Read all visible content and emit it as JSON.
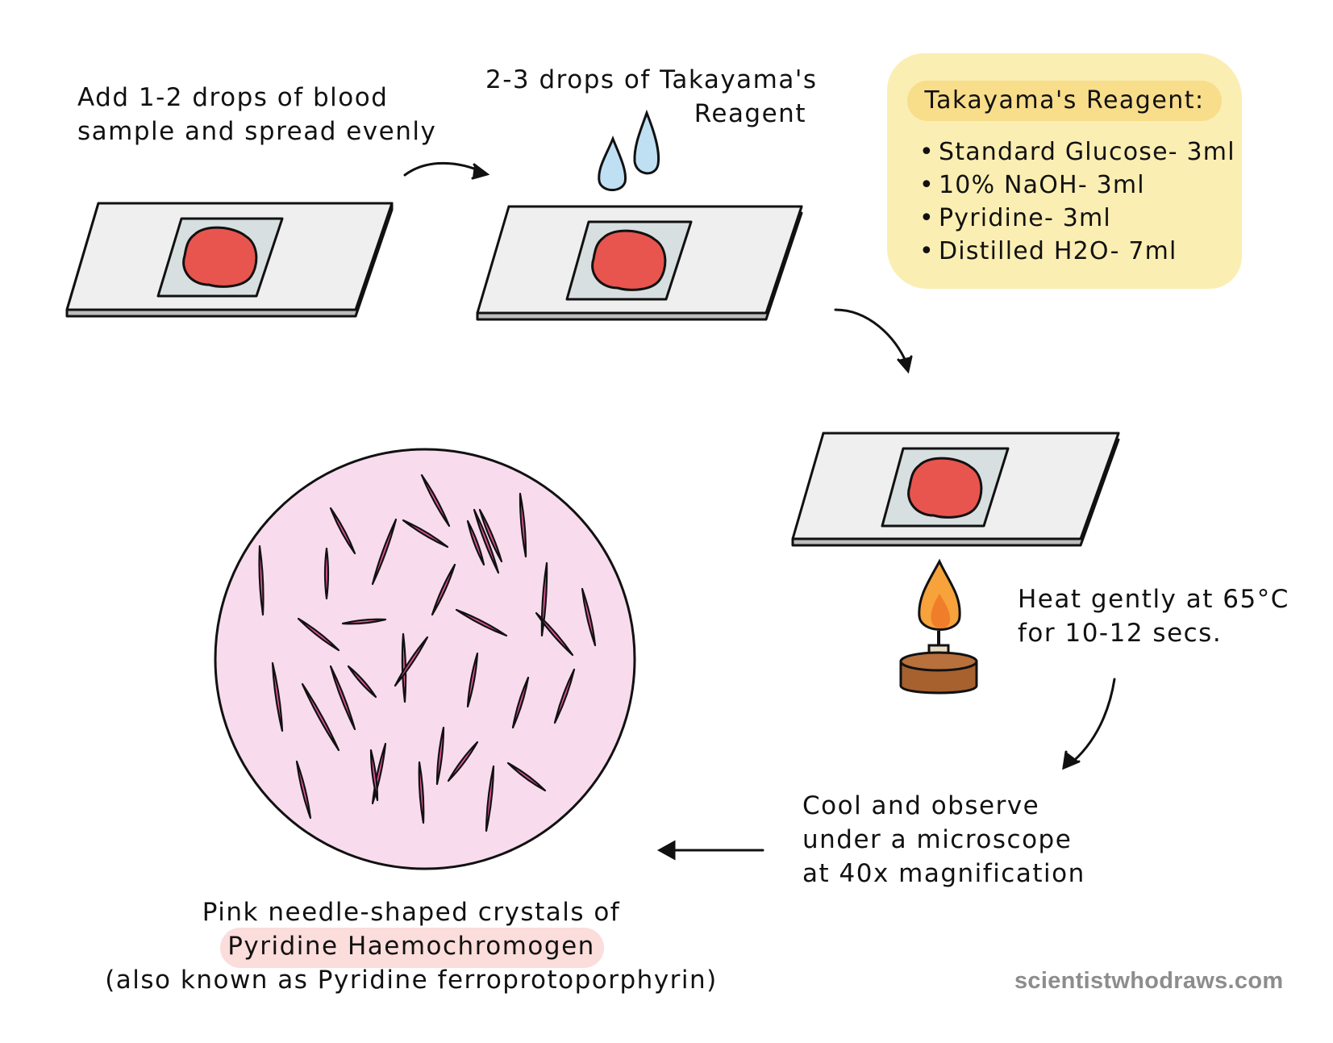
{
  "steps": {
    "step1": {
      "line1": "Add 1-2 drops of blood",
      "line2": "sample and spread evenly"
    },
    "step2": {
      "line1": "2-3 drops of Takayama's",
      "line2": "Reagent"
    },
    "step3": {
      "line1": "Heat gently at 65°C",
      "line2": "for 10-12 secs."
    },
    "step4": {
      "line1": "Cool and observe",
      "line2": "under a microscope",
      "line3": "at 40x magnification"
    }
  },
  "reagent": {
    "title": "Takayama's Reagent:",
    "items": [
      "Standard Glucose- 3ml",
      "10% NaOH- 3ml",
      "Pyridine- 3ml",
      "Distilled H2O- 7ml"
    ]
  },
  "result": {
    "line1": "Pink needle-shaped crystals of",
    "highlight": "Pyridine Haemochromogen",
    "line3": "(also known as Pyridine ferroprotoporphyrin)"
  },
  "watermark": "scientistwhodraws.com",
  "colors": {
    "blood": "#e8554e",
    "slide": "#efefef",
    "coverslip": "#d8dfe0",
    "drop": "#bfe0f3",
    "reagent_box": "#fbeeb2",
    "reagent_title_bg": "#f8dd8a",
    "circle_fill": "#f8dced",
    "crystal": "#e2559a",
    "highlight_bg": "#fbdddb",
    "flame_outer": "#f7a23a",
    "flame_inner": "#f07d2a",
    "burner": "#b8703c"
  }
}
